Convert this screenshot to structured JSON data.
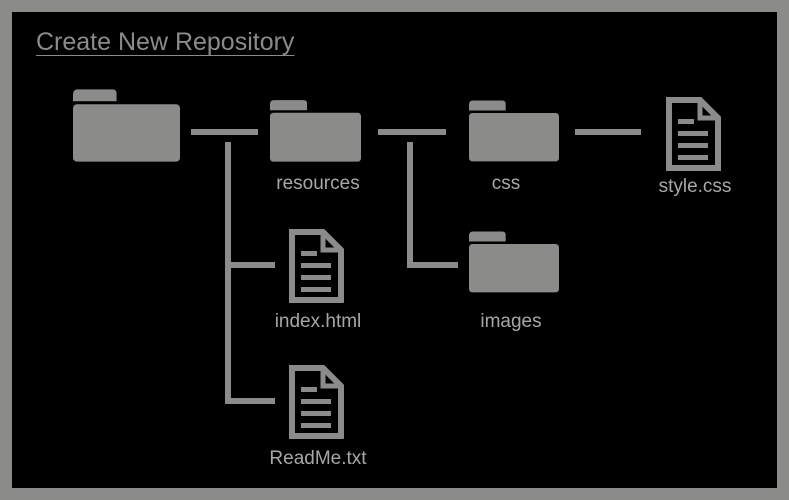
{
  "title": "Create New Repository",
  "colors": {
    "background": "#000000",
    "frame": "#8b8c8a",
    "icon": "#8b8c8a",
    "label": "#a6a8a5"
  },
  "nodes": {
    "root_folder": {
      "icon": "folder-icon",
      "label": ""
    },
    "resources": {
      "icon": "folder-icon",
      "label": "resources"
    },
    "css": {
      "icon": "folder-icon",
      "label": "css"
    },
    "style_css": {
      "icon": "document-icon",
      "label": "style.css"
    },
    "index_html": {
      "icon": "document-icon",
      "label": "index.html"
    },
    "images": {
      "icon": "folder-icon",
      "label": "images"
    },
    "readme_txt": {
      "icon": "document-icon",
      "label": "ReadMe.txt"
    }
  }
}
